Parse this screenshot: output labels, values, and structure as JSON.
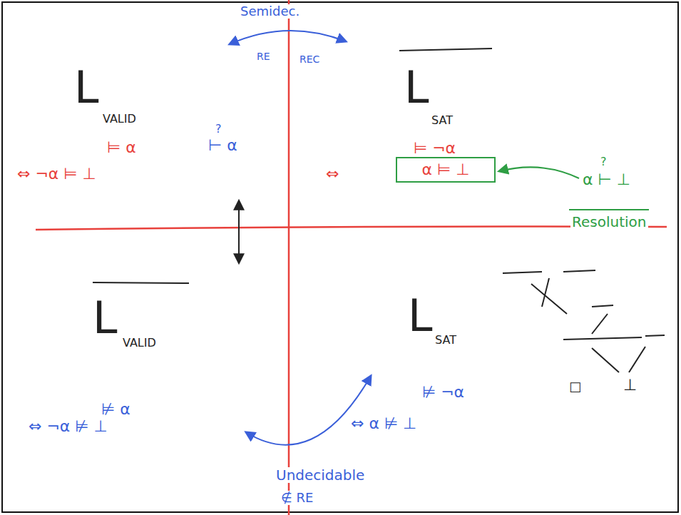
{
  "diagram": {
    "nodes": [
      {
        "text": [
          "α ⊨ ⊥"
        ]
      }
    ],
    "labels": [
      "Semidec.",
      "RE",
      "REC",
      "L",
      "VALID",
      "⊨ α",
      "⇔ ¬α ⊨ ⊥",
      "⊢ α",
      "?",
      "L",
      "SAT",
      "⊨ ¬α",
      "⇔",
      "α ⊢ ⊥",
      "?",
      "Resolution",
      "L",
      "VALID",
      "⊭ α",
      "⇔ ¬α ⊭ ⊥",
      "L",
      "SAT",
      "⊭ ¬α",
      "⇔ α ⊭ ⊥",
      "□",
      "⊥",
      "Undecidable",
      "∉ RE"
    ]
  }
}
